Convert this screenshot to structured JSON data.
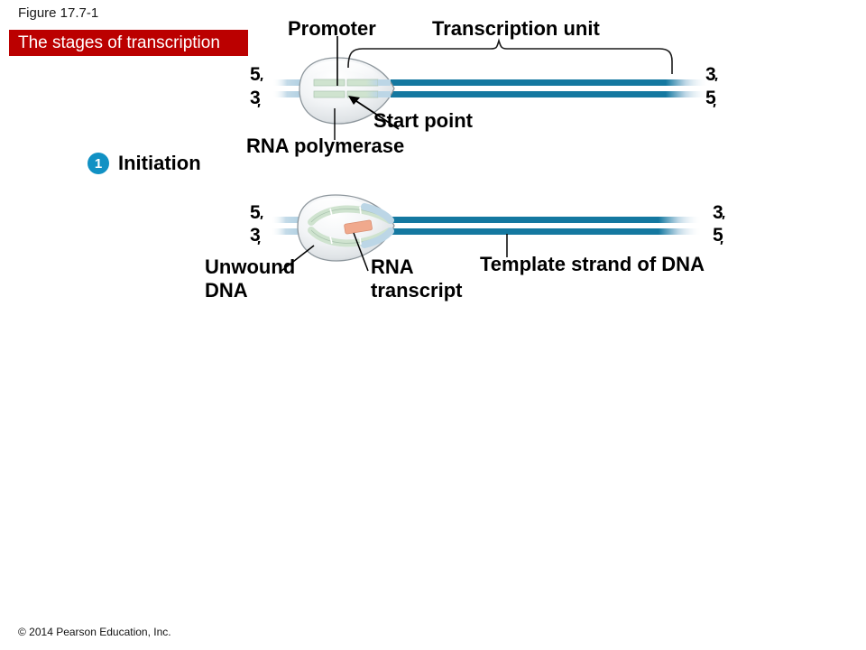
{
  "figure": {
    "number": "Figure 17.7-1",
    "banner_title": "The stages of transcription",
    "copyright": "© 2014 Pearson Education, Inc.",
    "banner_color": "#bb0000"
  },
  "colors": {
    "dna_strand": "#1478a0",
    "dna_faded": "#b9d4e4",
    "unwound_strand": "#cfe3cf",
    "rna_transcript": "#f0a98d",
    "polymerase_fill": "#eef1f3",
    "polymerase_edge": "#8d969c",
    "step_badge": "#1191c4"
  },
  "panels": [
    {
      "id": "initiation",
      "step_number": "1",
      "step_label": "Initiation",
      "labels": {
        "promoter": "Promoter",
        "transcription_unit": "Transcription unit",
        "start_point": "Start point",
        "rna_polymerase": "RNA polymerase",
        "left_top_prime": "5",
        "left_bottom_prime": "3",
        "right_top_prime": "3",
        "right_bottom_prime": "5",
        "prime_symbol": "′"
      }
    },
    {
      "id": "elongation",
      "labels": {
        "unwound_dna_line1": "Unwound",
        "unwound_dna_line2": "DNA",
        "rna_transcript_line1": "RNA",
        "rna_transcript_line2": "transcript",
        "template_strand": "Template strand of DNA",
        "left_top_prime": "5",
        "left_bottom_prime": "3",
        "right_top_prime": "3",
        "right_bottom_prime": "5",
        "prime_symbol": "′"
      }
    }
  ]
}
